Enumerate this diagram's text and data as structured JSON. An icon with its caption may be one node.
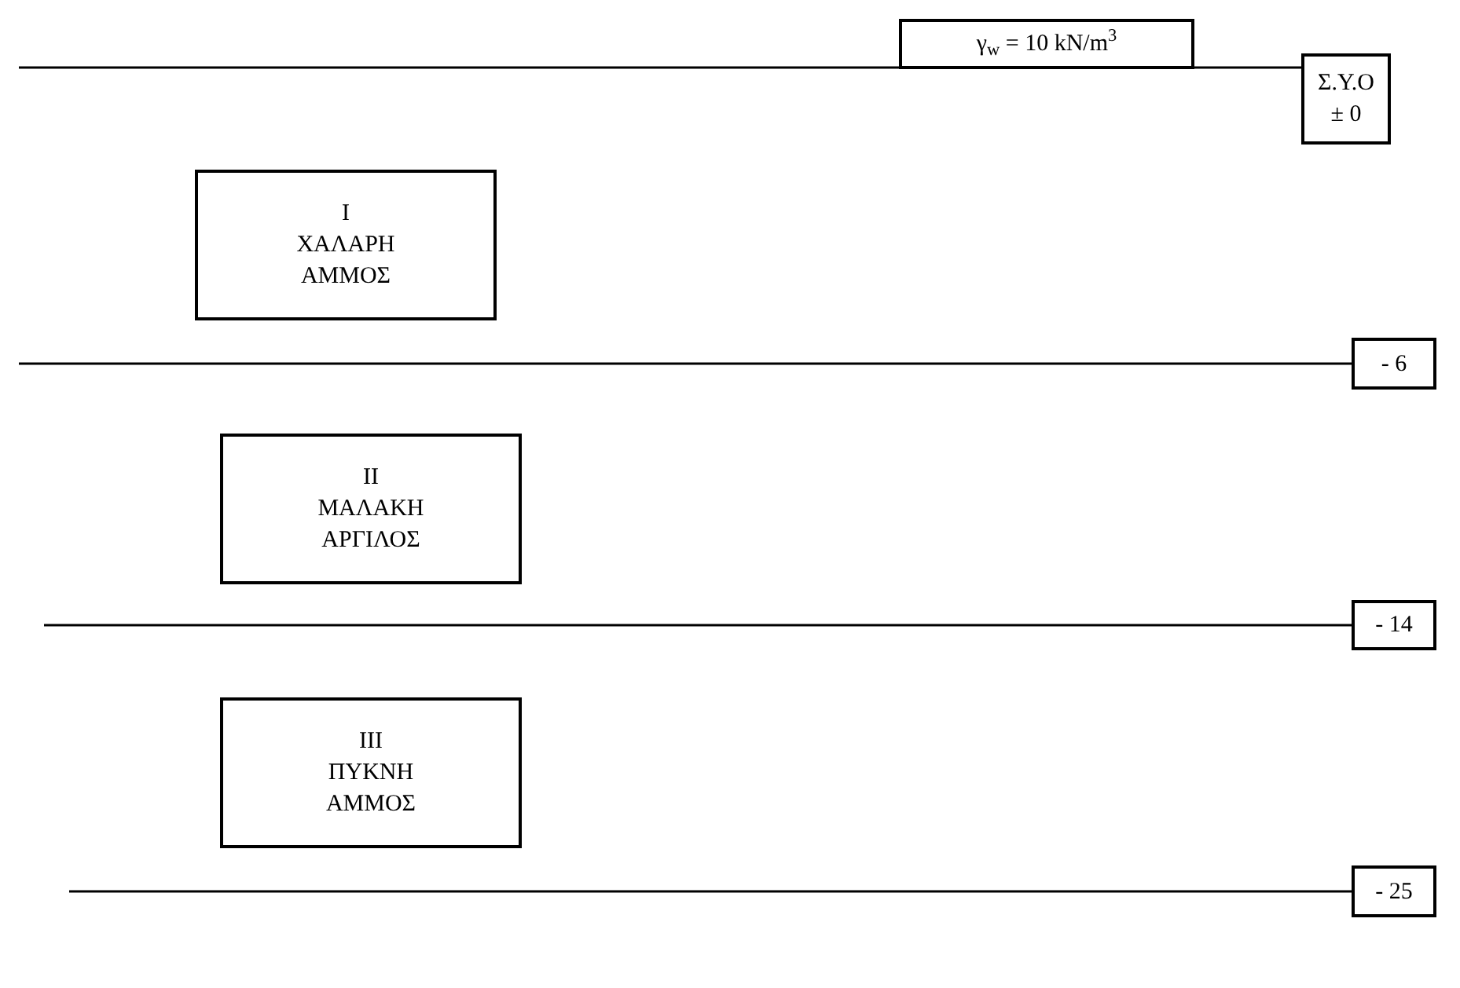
{
  "diagram": {
    "nodes": [
      {
        "text": [
          "γ$_{w}$ = 10 kN/m$^{3}$"
        ]
      },
      {
        "text": [
          "Σ.Υ.Ο",
          "± 0"
        ]
      },
      {
        "text": [
          "I",
          "ΧΑΛΑΡΗ ΑΜΜΟΣ"
        ]
      },
      {
        "text": [
          "- 6"
        ]
      },
      {
        "text": [
          "II",
          "ΜΑΛΑΚΗ ΑΡΓΙΛΟΣ"
        ]
      },
      {
        "text": [
          "- 14"
        ]
      },
      {
        "text": [
          "III",
          "ΠΥΚΝΗ ΑΜΜΟΣ"
        ]
      },
      {
        "text": [
          "- 25"
        ]
      }
    ],
    "edges": [
      {
        "from": null,
        "to": 1,
        "arrow": "none"
      },
      {
        "from": null,
        "to": 3,
        "arrow": "none"
      },
      {
        "from": null,
        "to": 5,
        "arrow": "none"
      },
      {
        "from": null,
        "to": 7,
        "arrow": "none"
      }
    ]
  }
}
